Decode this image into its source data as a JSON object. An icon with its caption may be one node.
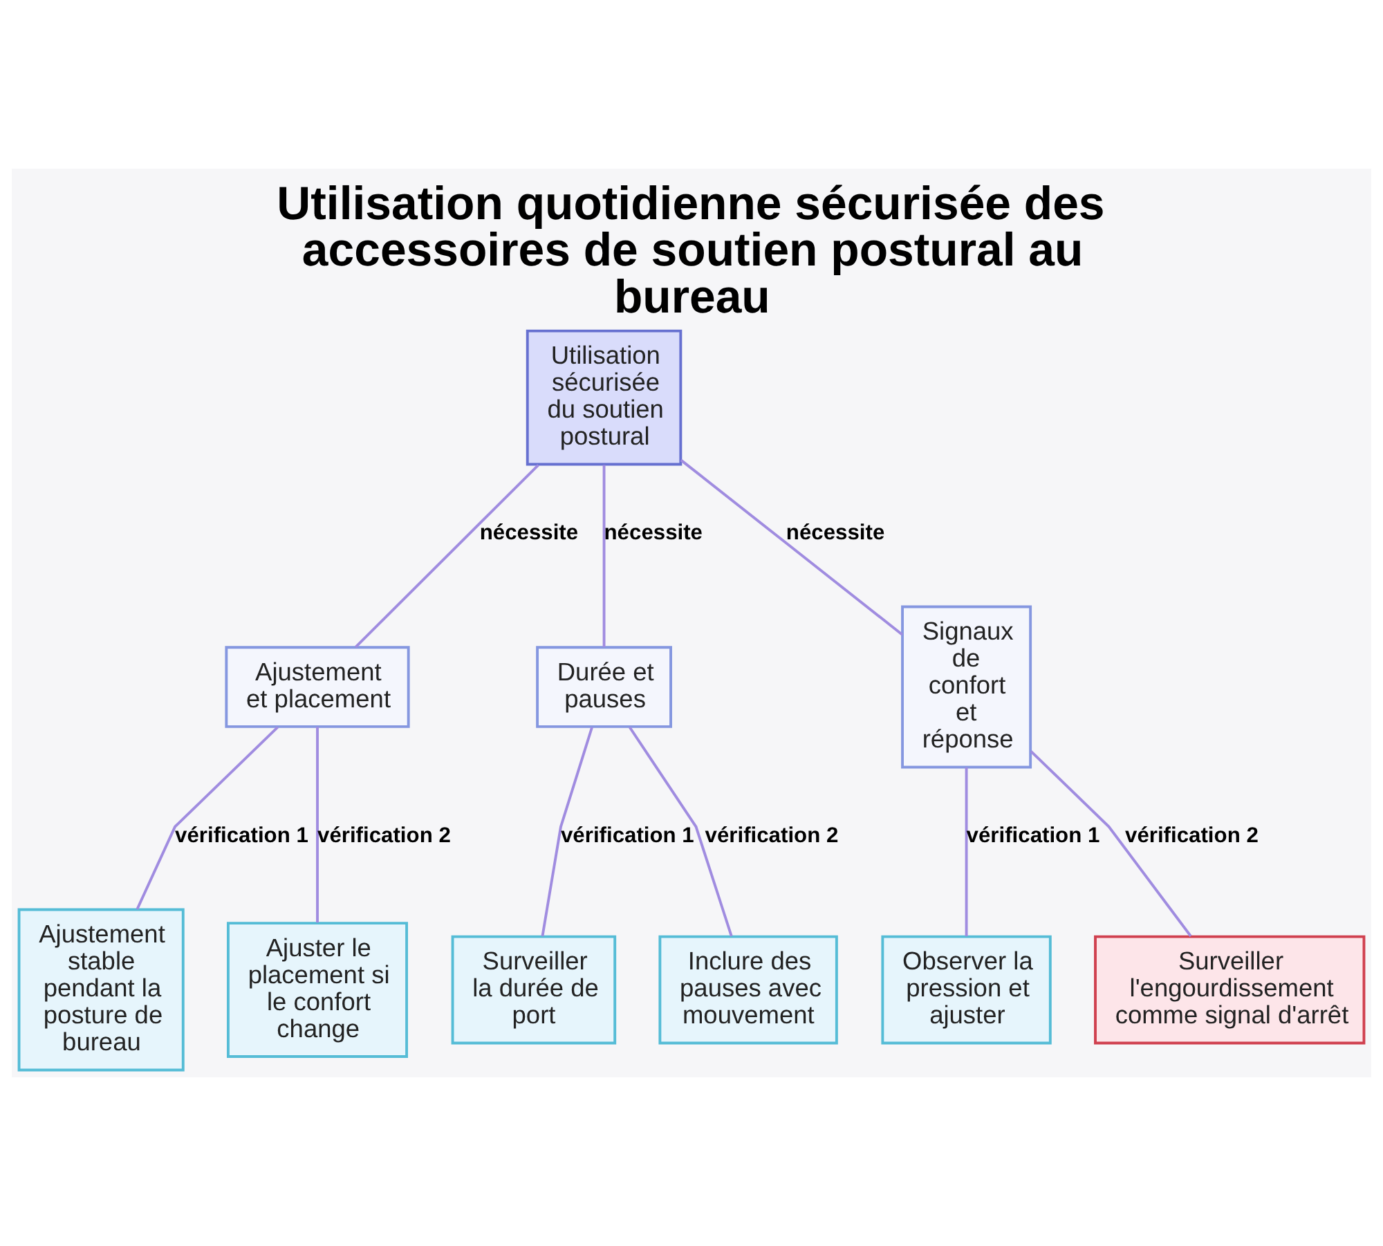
{
  "diagram": {
    "title": "Utilisation quotidienne sécurisée des accessoires de soutien postural au bureau",
    "nodes": [
      {
        "text": [
          "Utilisation sécurisée du soutien postural"
        ]
      },
      {
        "text": [
          "Ajustement et placement"
        ]
      },
      {
        "text": [
          "Durée et pauses"
        ]
      },
      {
        "text": [
          "Signaux de confort et réponse"
        ]
      },
      {
        "text": [
          "Ajustement stable pendant la posture de bureau"
        ]
      },
      {
        "text": [
          "Ajuster le placement si le confort change"
        ]
      },
      {
        "text": [
          "Surveiller la durée de port"
        ]
      },
      {
        "text": [
          "Inclure des pauses avec mouvement"
        ]
      },
      {
        "text": [
          "Observer la pression et ajuster"
        ]
      },
      {
        "text": [
          "Surveiller l'engourdissement comme signal d'arrêt"
        ]
      }
    ],
    "edges": [
      {
        "from": 0,
        "to": 1,
        "arrow": "none",
        "label": "nécessite"
      },
      {
        "from": 0,
        "to": 2,
        "arrow": "none",
        "label": "nécessite"
      },
      {
        "from": 0,
        "to": 3,
        "arrow": "none",
        "label": "nécessite"
      },
      {
        "from": 1,
        "to": 4,
        "arrow": "none",
        "label": "vérification 1"
      },
      {
        "from": 1,
        "to": 5,
        "arrow": "none",
        "label": "vérification 2"
      },
      {
        "from": 2,
        "to": 6,
        "arrow": "none",
        "label": "vérification 1"
      },
      {
        "from": 2,
        "to": 7,
        "arrow": "none",
        "label": "vérification 2"
      },
      {
        "from": 3,
        "to": 8,
        "arrow": "none",
        "label": "vérification 1"
      },
      {
        "from": 3,
        "to": 9,
        "arrow": "none",
        "label": "vérification 2"
      }
    ]
  }
}
